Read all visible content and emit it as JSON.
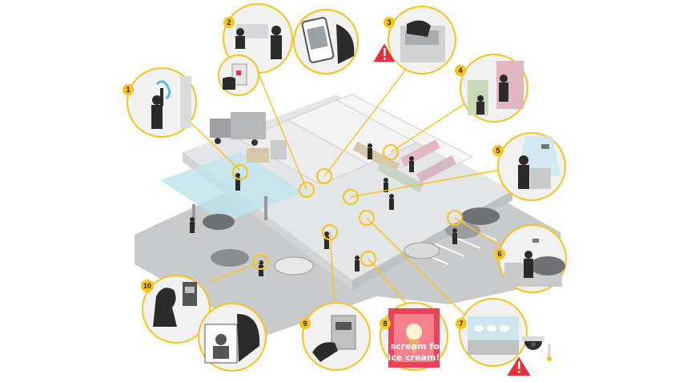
{
  "colors": {
    "accent": "#f5c41b",
    "warning": "#e5303e",
    "floor": "#d9dadb",
    "wall": "#eeeeef",
    "dark": "#333333"
  },
  "callouts": [
    {
      "label": "1"
    },
    {
      "label": "2"
    },
    {
      "label": "3"
    },
    {
      "label": "4"
    },
    {
      "label": "5"
    },
    {
      "label": "6"
    },
    {
      "label": "7"
    },
    {
      "label": "8"
    },
    {
      "label": "9"
    },
    {
      "label": "10"
    }
  ],
  "sign": {
    "line1": "I scream for",
    "line2": "ice cream!"
  },
  "icons": {
    "warning_1": "warning-triangle-icon",
    "warning_2": "warning-triangle-icon",
    "camera": "dome-camera-icon"
  }
}
